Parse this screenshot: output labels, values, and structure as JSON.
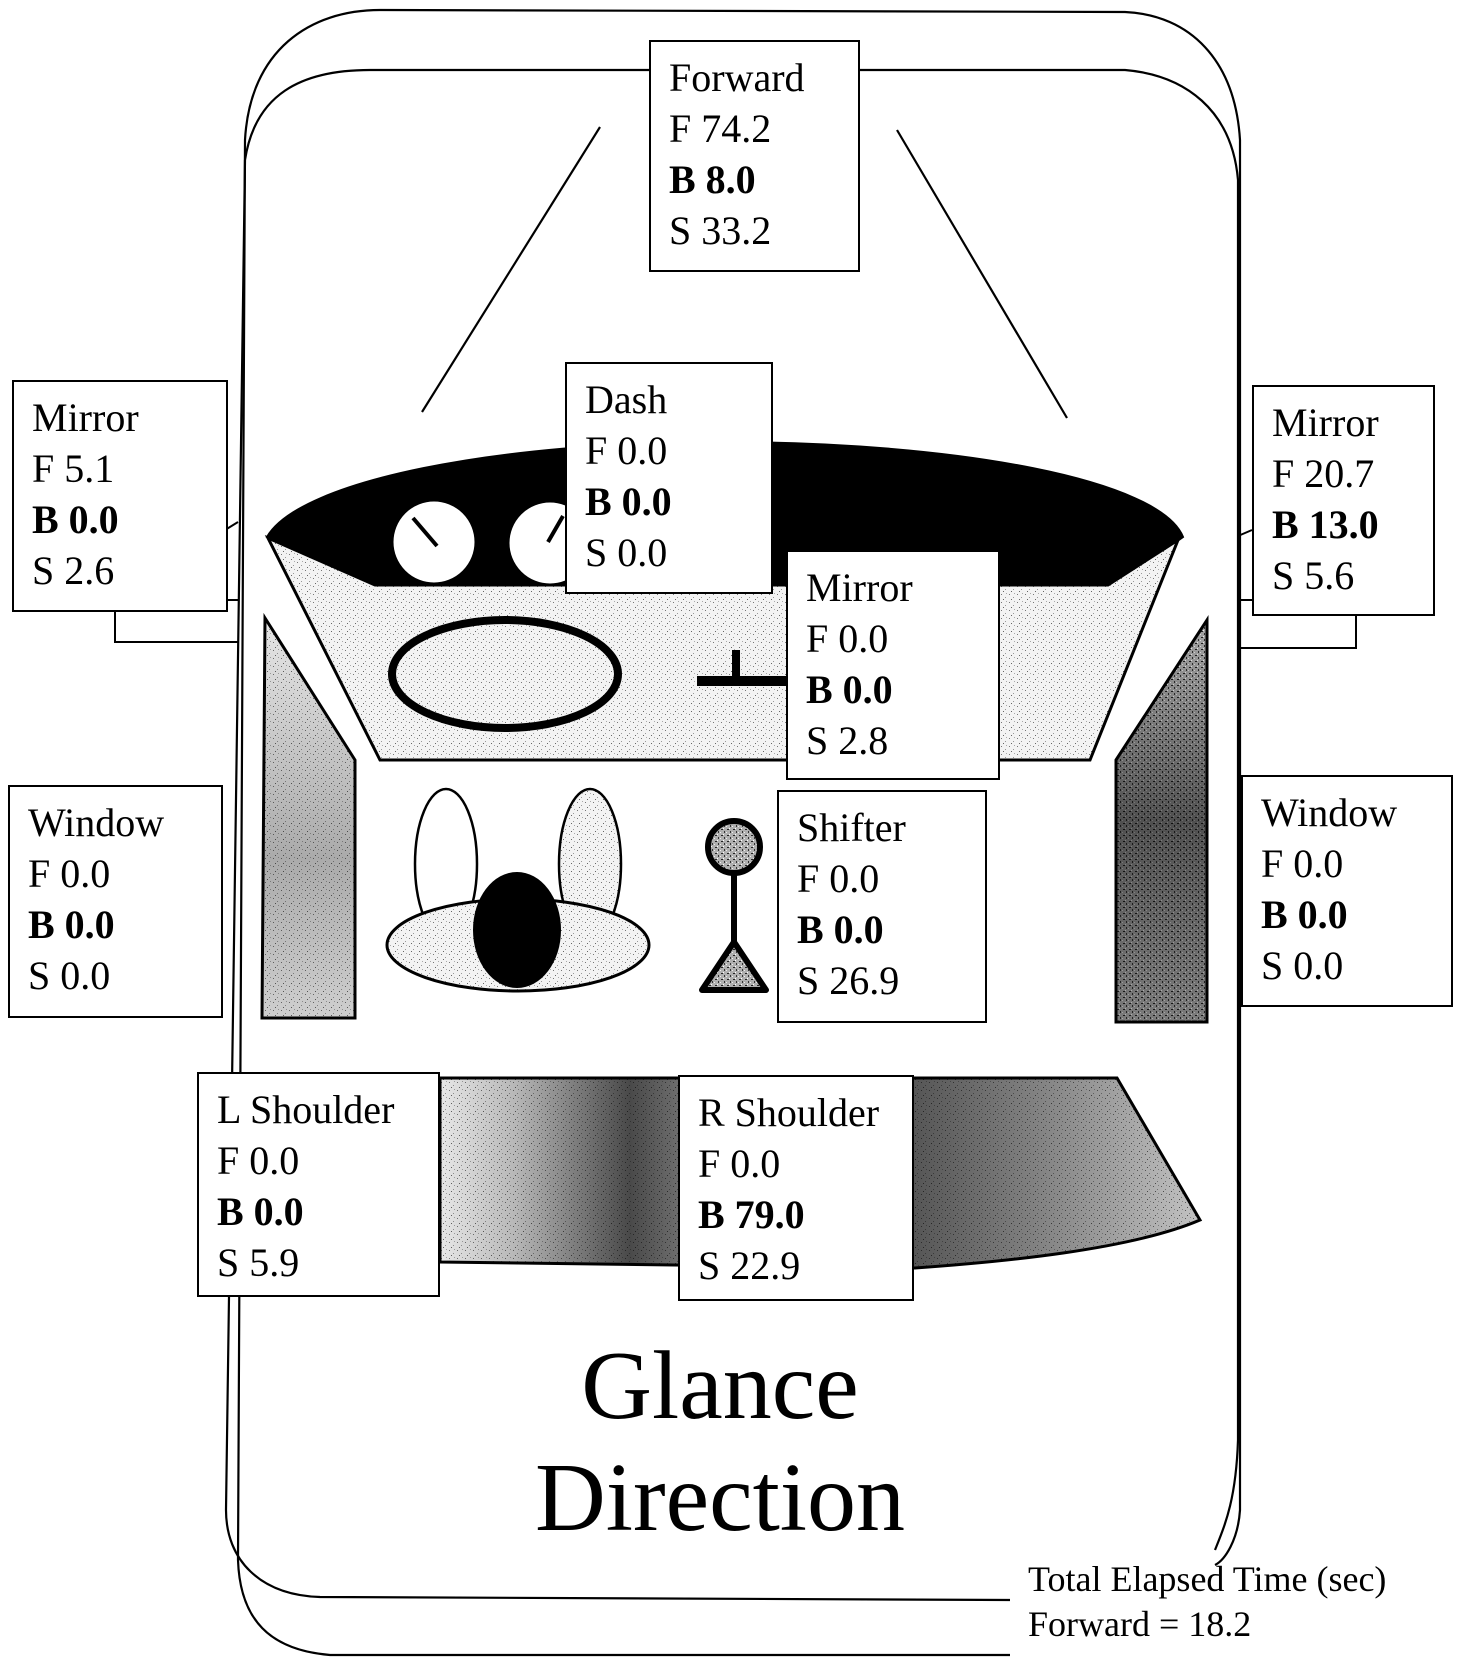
{
  "panels": {
    "forward": {
      "label": "Forward",
      "f": "F 74.2",
      "b": "B 8.0",
      "s": "S 33.2"
    },
    "dash": {
      "label": "Dash",
      "f": "F 0.0",
      "b": "B 0.0",
      "s": "S 0.0"
    },
    "center_mirror": {
      "label": "Mirror",
      "f": "F 0.0",
      "b": "B 0.0",
      "s": "S 2.8"
    },
    "left_mirror": {
      "label": "Mirror",
      "f": "F 5.1",
      "b": "B 0.0",
      "s": "S 2.6"
    },
    "right_mirror": {
      "label": "Mirror",
      "f": "F 20.7",
      "b": "B 13.0",
      "s": "S 5.6"
    },
    "left_window": {
      "label": "Window",
      "f": "F 0.0",
      "b": "B 0.0",
      "s": "S 0.0"
    },
    "right_window": {
      "label": "Window",
      "f": "F 0.0",
      "b": "B 0.0",
      "s": "S 0.0"
    },
    "shifter": {
      "label": "Shifter",
      "f": "F 0.0",
      "b": "B 0.0",
      "s": "S 26.9"
    },
    "left_shoulder": {
      "label": "L Shoulder",
      "f": "F 0.0",
      "b": "B 0.0",
      "s": "S 5.9"
    },
    "right_shoulder": {
      "label": "R Shoulder",
      "f": "F 0.0",
      "b": "B 79.0",
      "s": "S 22.9"
    }
  },
  "title": {
    "line1": "Glance",
    "line2": "Direction"
  },
  "footer": {
    "heading": "Total Elapsed Time (sec)",
    "forward": "Forward = 18.2"
  }
}
